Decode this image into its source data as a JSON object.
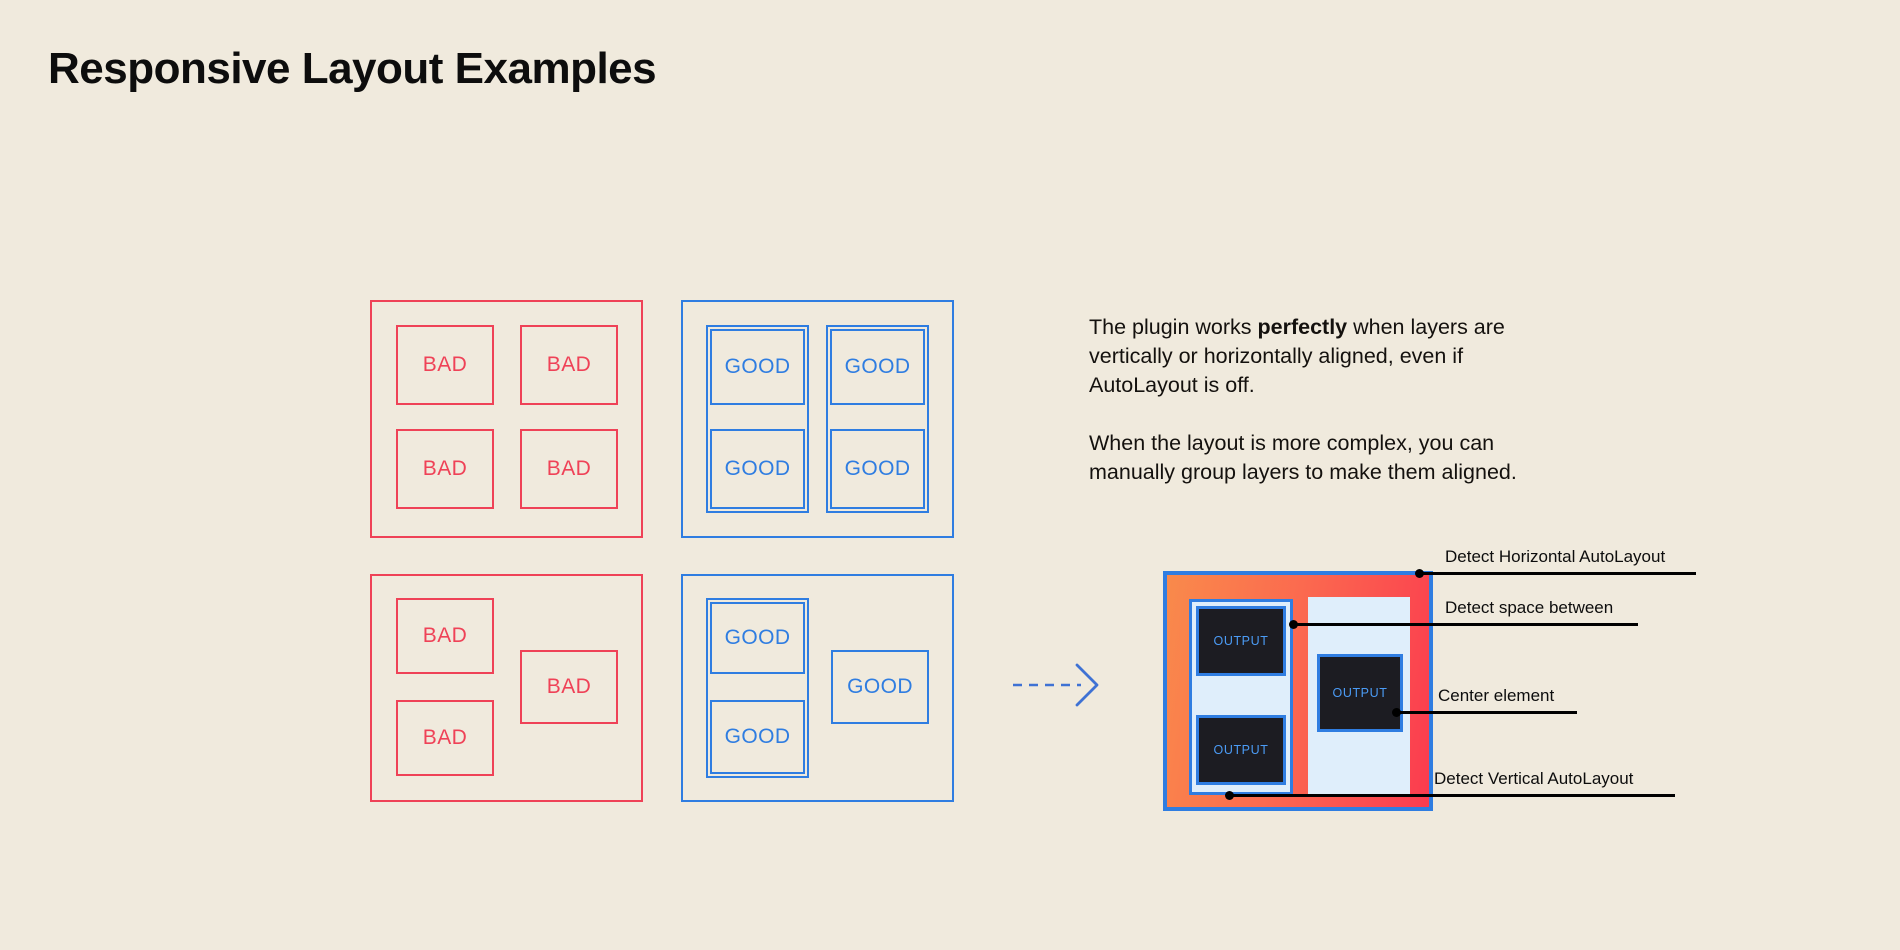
{
  "page": {
    "title": "Responsive Layout Examples",
    "background_color": "#f0eadd",
    "bad_color": "#ef4257",
    "good_color": "#2f7de1"
  },
  "examples": {
    "bad_top": {
      "kind": "bad",
      "cells": [
        {
          "label": "BAD"
        },
        {
          "label": "BAD"
        },
        {
          "label": "BAD"
        },
        {
          "label": "BAD"
        }
      ]
    },
    "good_top": {
      "kind": "good",
      "cells": [
        {
          "label": "GOOD"
        },
        {
          "label": "GOOD"
        },
        {
          "label": "GOOD"
        },
        {
          "label": "GOOD"
        }
      ]
    },
    "bad_bottom": {
      "kind": "bad",
      "cells": [
        {
          "label": "BAD"
        },
        {
          "label": "BAD"
        },
        {
          "label": "BAD"
        }
      ]
    },
    "good_bottom": {
      "kind": "good",
      "cells": [
        {
          "label": "GOOD"
        },
        {
          "label": "GOOD"
        },
        {
          "label": "GOOD"
        }
      ]
    }
  },
  "copy": {
    "paragraph_1_part_1": "The plugin works ",
    "paragraph_1_bold": "perfectly",
    "paragraph_1_part_2": " when layers are vertically or horizontally aligned, even if AutoLayout is off.",
    "paragraph_2": "When the layout is more complex, you can manually group layers to make them aligned."
  },
  "arrow": {
    "icon": "dashed-arrow-right-icon",
    "color": "#3f72d4"
  },
  "mockup": {
    "outputs": [
      {
        "label": "OUTPUT"
      },
      {
        "label": "OUTPUT"
      },
      {
        "label": "OUTPUT"
      }
    ],
    "gradient_start": "#f98a4b",
    "gradient_end": "#fb3b4f",
    "frame_color": "#2f7de1",
    "panel_color": "#dfeefb",
    "output_bg": "#1c1c22",
    "output_text_color": "#4b9bf5"
  },
  "annotations": [
    {
      "label": "Detect Horizontal AutoLayout"
    },
    {
      "label": "Detect space between"
    },
    {
      "label": "Center element"
    },
    {
      "label": "Detect Vertical AutoLayout"
    }
  ]
}
